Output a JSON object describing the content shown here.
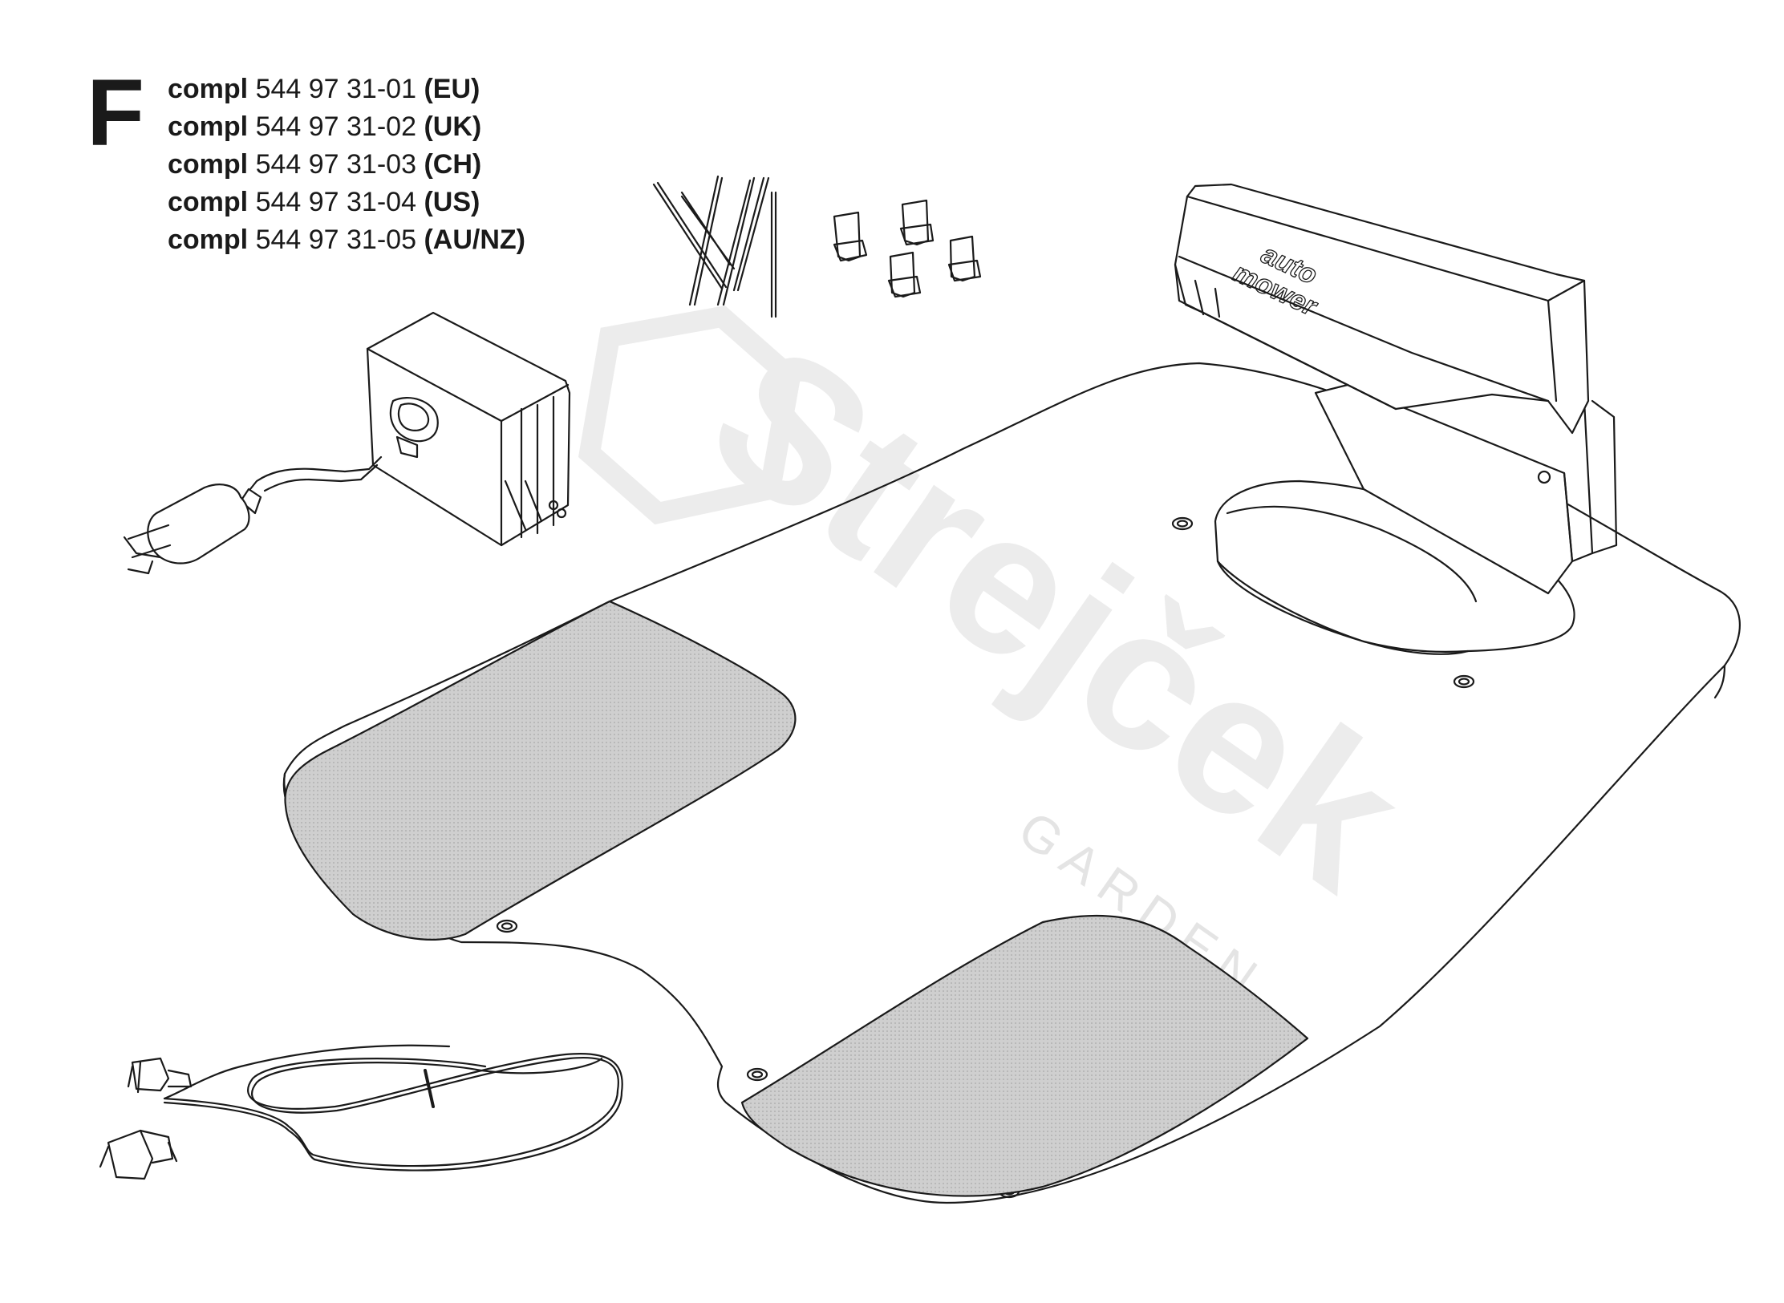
{
  "section_letter": "F",
  "parts": [
    {
      "prefix": "compl",
      "number": "544 97 31-01",
      "variant": "(EU)"
    },
    {
      "prefix": "compl",
      "number": "544 97 31-02",
      "variant": "(UK)"
    },
    {
      "prefix": "compl",
      "number": "544 97 31-03",
      "variant": "(CH)"
    },
    {
      "prefix": "compl",
      "number": "544 97 31-04",
      "variant": "(US)"
    },
    {
      "prefix": "compl",
      "number": "544 97 31-05",
      "variant": "(AU/NZ)"
    }
  ],
  "station_logo": {
    "line1": "auto",
    "line2": "mower"
  },
  "watermark": {
    "brand": "Strejček",
    "tagline": "GARDEN"
  },
  "colors": {
    "ink": "#1a1a1a",
    "pad": "#c9c9c9",
    "watermark": "#e9e9e9"
  }
}
